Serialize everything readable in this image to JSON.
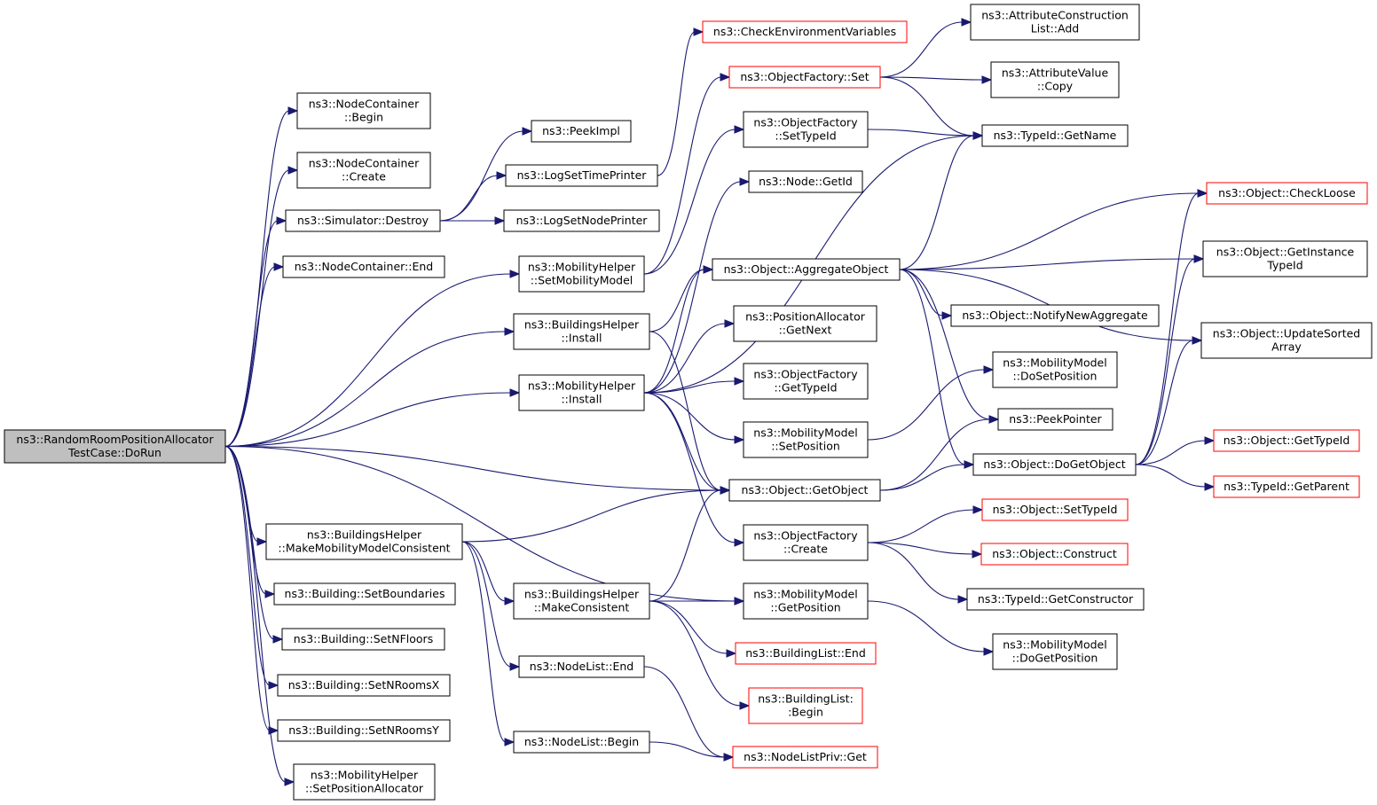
{
  "colors": {
    "edge": "#191970",
    "node_border": "#000000",
    "node_border_truncated": "#ff0000",
    "node_fill": "#ffffff",
    "root_fill": "#bfbfbf",
    "text": "#000000"
  },
  "nodes": [
    {
      "id": "root",
      "lines": [
        "ns3::RandomRoomPositionAllocator",
        "TestCase::DoRun"
      ],
      "root": true
    },
    {
      "id": "nc_begin",
      "lines": [
        "ns3::NodeContainer",
        "::Begin"
      ]
    },
    {
      "id": "nc_create",
      "lines": [
        "ns3::NodeContainer",
        "::Create"
      ]
    },
    {
      "id": "sim_destroy",
      "lines": [
        "ns3::Simulator::Destroy"
      ]
    },
    {
      "id": "nc_end",
      "lines": [
        "ns3::NodeContainer::End"
      ]
    },
    {
      "id": "bh_mmmc",
      "lines": [
        "ns3::BuildingsHelper",
        "::MakeMobilityModelConsistent"
      ]
    },
    {
      "id": "b_setbound",
      "lines": [
        "ns3::Building::SetBoundaries"
      ]
    },
    {
      "id": "b_setnfloors",
      "lines": [
        "ns3::Building::SetNFloors"
      ]
    },
    {
      "id": "b_setnroomsx",
      "lines": [
        "ns3::Building::SetNRoomsX"
      ]
    },
    {
      "id": "b_setnroomsy",
      "lines": [
        "ns3::Building::SetNRoomsY"
      ]
    },
    {
      "id": "mh_setposalloc",
      "lines": [
        "ns3::MobilityHelper",
        "::SetPositionAllocator"
      ]
    },
    {
      "id": "peekimpl",
      "lines": [
        "ns3::PeekImpl"
      ]
    },
    {
      "id": "logsettime",
      "lines": [
        "ns3::LogSetTimePrinter"
      ]
    },
    {
      "id": "logsetnode",
      "lines": [
        "ns3::LogSetNodePrinter"
      ]
    },
    {
      "id": "mh_setmm",
      "lines": [
        "ns3::MobilityHelper",
        "::SetMobilityModel"
      ]
    },
    {
      "id": "bh_install",
      "lines": [
        "ns3::BuildingsHelper",
        "::Install"
      ]
    },
    {
      "id": "mh_install",
      "lines": [
        "ns3::MobilityHelper",
        "::Install"
      ]
    },
    {
      "id": "bh_makecons",
      "lines": [
        "ns3::BuildingsHelper",
        "::MakeConsistent"
      ]
    },
    {
      "id": "nl_end",
      "lines": [
        "ns3::NodeList::End"
      ]
    },
    {
      "id": "nl_begin",
      "lines": [
        "ns3::NodeList::Begin"
      ]
    },
    {
      "id": "checkenv",
      "lines": [
        "ns3::CheckEnvironmentVariables"
      ],
      "truncated": true
    },
    {
      "id": "of_set",
      "lines": [
        "ns3::ObjectFactory::Set"
      ],
      "truncated": true
    },
    {
      "id": "of_settypeid",
      "lines": [
        "ns3::ObjectFactory",
        "::SetTypeId"
      ]
    },
    {
      "id": "node_getid",
      "lines": [
        "ns3::Node::GetId"
      ]
    },
    {
      "id": "obj_aggregate",
      "lines": [
        "ns3::Object::AggregateObject"
      ]
    },
    {
      "id": "pa_getnext",
      "lines": [
        "ns3::PositionAllocator",
        "::GetNext"
      ]
    },
    {
      "id": "of_gettypeid",
      "lines": [
        "ns3::ObjectFactory",
        "::GetTypeId"
      ]
    },
    {
      "id": "mm_setpos",
      "lines": [
        "ns3::MobilityModel",
        "::SetPosition"
      ]
    },
    {
      "id": "obj_getobject",
      "lines": [
        "ns3::Object::GetObject"
      ]
    },
    {
      "id": "of_create",
      "lines": [
        "ns3::ObjectFactory",
        "::Create"
      ]
    },
    {
      "id": "mm_getpos",
      "lines": [
        "ns3::MobilityModel",
        "::GetPosition"
      ]
    },
    {
      "id": "bl_end",
      "lines": [
        "ns3::BuildingList::End"
      ],
      "truncated": true
    },
    {
      "id": "bl_begin",
      "lines": [
        "ns3::BuildingList:",
        ":Begin"
      ],
      "truncated": true
    },
    {
      "id": "nlp_get",
      "lines": [
        "ns3::NodeListPriv::Get"
      ],
      "truncated": true
    },
    {
      "id": "acl_add",
      "lines": [
        "ns3::AttributeConstruction",
        "List::Add"
      ]
    },
    {
      "id": "av_copy",
      "lines": [
        "ns3::AttributeValue",
        "::Copy"
      ]
    },
    {
      "id": "typeid_getname",
      "lines": [
        "ns3::TypeId::GetName"
      ]
    },
    {
      "id": "obj_notify",
      "lines": [
        "ns3::Object::NotifyNewAggregate"
      ]
    },
    {
      "id": "mm_dosetpos",
      "lines": [
        "ns3::MobilityModel",
        "::DoSetPosition"
      ]
    },
    {
      "id": "peekpointer",
      "lines": [
        "ns3::PeekPointer"
      ]
    },
    {
      "id": "obj_dogetobject",
      "lines": [
        "ns3::Object::DoGetObject"
      ]
    },
    {
      "id": "obj_settypeid",
      "lines": [
        "ns3::Object::SetTypeId"
      ],
      "truncated": true
    },
    {
      "id": "obj_construct",
      "lines": [
        "ns3::Object::Construct"
      ],
      "truncated": true
    },
    {
      "id": "typeid_getctor",
      "lines": [
        "ns3::TypeId::GetConstructor"
      ]
    },
    {
      "id": "mm_dogetpos",
      "lines": [
        "ns3::MobilityModel",
        "::DoGetPosition"
      ]
    },
    {
      "id": "obj_checkloose",
      "lines": [
        "ns3::Object::CheckLoose"
      ],
      "truncated": true
    },
    {
      "id": "obj_getinsttid",
      "lines": [
        "ns3::Object::GetInstance",
        "TypeId"
      ]
    },
    {
      "id": "obj_updsorted",
      "lines": [
        "ns3::Object::UpdateSorted",
        "Array"
      ]
    },
    {
      "id": "obj_gettypeid",
      "lines": [
        "ns3::Object::GetTypeId"
      ],
      "truncated": true
    },
    {
      "id": "typeid_getparent",
      "lines": [
        "ns3::TypeId::GetParent"
      ],
      "truncated": true
    }
  ],
  "edges": [
    [
      "root",
      "nc_begin"
    ],
    [
      "root",
      "nc_create"
    ],
    [
      "root",
      "sim_destroy"
    ],
    [
      "root",
      "nc_end"
    ],
    [
      "root",
      "mh_setmm"
    ],
    [
      "root",
      "bh_install"
    ],
    [
      "root",
      "mh_install"
    ],
    [
      "root",
      "obj_getobject"
    ],
    [
      "root",
      "bh_mmmc"
    ],
    [
      "root",
      "mm_getpos"
    ],
    [
      "root",
      "b_setbound"
    ],
    [
      "root",
      "b_setnfloors"
    ],
    [
      "root",
      "b_setnroomsx"
    ],
    [
      "root",
      "b_setnroomsy"
    ],
    [
      "root",
      "mh_setposalloc"
    ],
    [
      "sim_destroy",
      "peekimpl"
    ],
    [
      "sim_destroy",
      "logsettime"
    ],
    [
      "sim_destroy",
      "logsetnode"
    ],
    [
      "logsettime",
      "checkenv"
    ],
    [
      "mh_setmm",
      "of_set"
    ],
    [
      "mh_setmm",
      "of_settypeid"
    ],
    [
      "bh_install",
      "obj_aggregate"
    ],
    [
      "bh_install",
      "obj_getobject"
    ],
    [
      "mh_install",
      "node_getid"
    ],
    [
      "mh_install",
      "typeid_getname"
    ],
    [
      "mh_install",
      "obj_aggregate"
    ],
    [
      "mh_install",
      "pa_getnext"
    ],
    [
      "mh_install",
      "of_gettypeid"
    ],
    [
      "mh_install",
      "mm_setpos"
    ],
    [
      "mh_install",
      "obj_getobject"
    ],
    [
      "mh_install",
      "of_create"
    ],
    [
      "bh_mmmc",
      "obj_getobject"
    ],
    [
      "bh_mmmc",
      "bh_makecons"
    ],
    [
      "bh_mmmc",
      "nl_end"
    ],
    [
      "bh_mmmc",
      "nl_begin"
    ],
    [
      "bh_makecons",
      "obj_getobject"
    ],
    [
      "bh_makecons",
      "mm_getpos"
    ],
    [
      "bh_makecons",
      "bl_end"
    ],
    [
      "bh_makecons",
      "bl_begin"
    ],
    [
      "nl_end",
      "nlp_get"
    ],
    [
      "nl_begin",
      "nlp_get"
    ],
    [
      "of_set",
      "acl_add"
    ],
    [
      "of_set",
      "av_copy"
    ],
    [
      "of_set",
      "typeid_getname"
    ],
    [
      "of_settypeid",
      "typeid_getname"
    ],
    [
      "obj_aggregate",
      "typeid_getname"
    ],
    [
      "obj_aggregate",
      "obj_checkloose"
    ],
    [
      "obj_aggregate",
      "obj_getinsttid"
    ],
    [
      "obj_aggregate",
      "obj_updsorted"
    ],
    [
      "obj_aggregate",
      "obj_notify"
    ],
    [
      "obj_aggregate",
      "peekpointer"
    ],
    [
      "obj_aggregate",
      "obj_dogetobject"
    ],
    [
      "mm_setpos",
      "mm_dosetpos"
    ],
    [
      "obj_getobject",
      "peekpointer"
    ],
    [
      "obj_getobject",
      "obj_dogetobject"
    ],
    [
      "of_create",
      "obj_settypeid"
    ],
    [
      "of_create",
      "obj_construct"
    ],
    [
      "of_create",
      "typeid_getctor"
    ],
    [
      "mm_getpos",
      "mm_dogetpos"
    ],
    [
      "obj_dogetobject",
      "obj_checkloose"
    ],
    [
      "obj_dogetobject",
      "obj_getinsttid"
    ],
    [
      "obj_dogetobject",
      "obj_updsorted"
    ],
    [
      "obj_dogetobject",
      "obj_gettypeid"
    ],
    [
      "obj_dogetobject",
      "typeid_getparent"
    ]
  ]
}
